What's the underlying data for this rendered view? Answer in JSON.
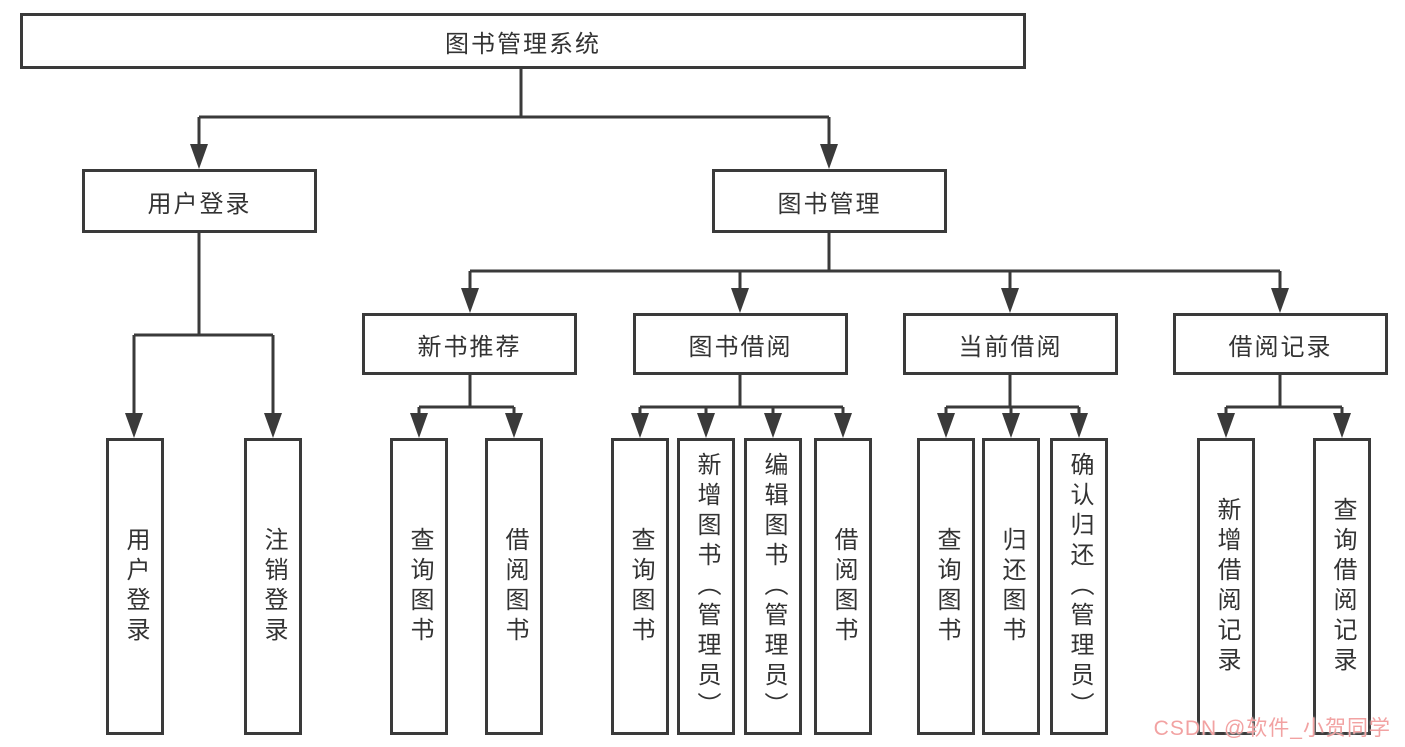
{
  "diagram": {
    "root": {
      "label": "图书管理系统"
    },
    "level2": [
      {
        "label": "用户登录"
      },
      {
        "label": "图书管理"
      }
    ],
    "level3": [
      {
        "label": "新书推荐"
      },
      {
        "label": "图书借阅"
      },
      {
        "label": "当前借阅"
      },
      {
        "label": "借阅记录"
      }
    ],
    "leaves": {
      "user_login": [
        "用户登录",
        "注销登录"
      ],
      "new_book_recommend": [
        "查询图书",
        "借阅图书"
      ],
      "book_borrowing": [
        "查询图书",
        "新增图书（管理员）",
        "编辑图书（管理员）",
        "借阅图书"
      ],
      "current_borrowing": [
        "查询图书",
        "归还图书",
        "确认归还（管理员）"
      ],
      "borrowing_records": [
        "新增借阅记录",
        "查询借阅记录"
      ]
    }
  },
  "watermark": {
    "text": "CSDN @软件_小贺同学"
  },
  "colors": {
    "line": "#3a3a3a",
    "text": "#333333",
    "background": "#ffffff",
    "watermark": "#f2a2a2"
  }
}
